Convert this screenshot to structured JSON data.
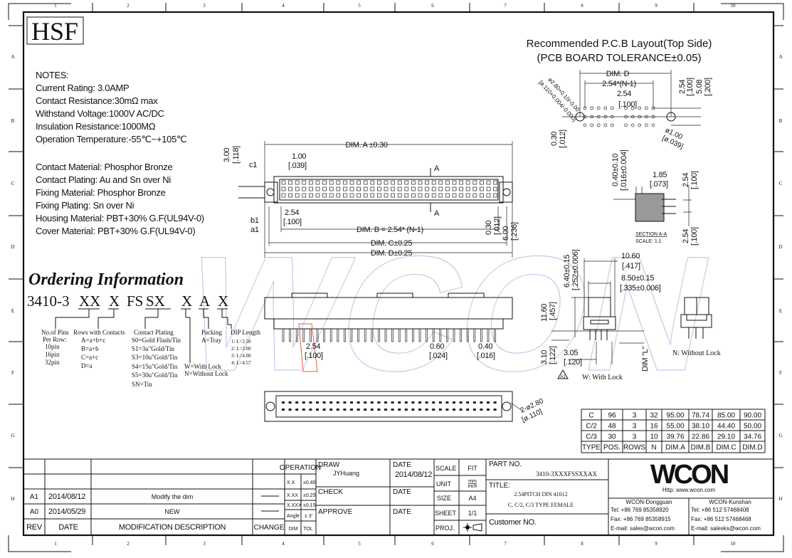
{
  "grid": {
    "columns": [
      "1",
      "2",
      "3",
      "4",
      "5",
      "6",
      "7",
      "8",
      "9",
      "10"
    ],
    "rows": [
      "A",
      "B",
      "C",
      "D",
      "E",
      "F",
      "G",
      "H"
    ]
  },
  "logo_text": "HSF",
  "notes": [
    "NOTES:",
    "Current Rating: 3.0AMP",
    "Contact Resistance:30mΩ max",
    "Withstand Voltage:1000V AC/DC",
    "Insulation Resistance:1000MΩ",
    "Operation Temperature:-55℃~+105℃"
  ],
  "materials": [
    "Contact Material: Phosphor Bronze",
    "Contact Plating: Au and Sn over Ni",
    "Fixing Material: Phosphor Bronze",
    "Fixing Plating: Sn over Ni",
    "Housing Material: PBT+30% G.F(UL94V-0)",
    "Cover Material: PBT+30% G.F(UL94V-0)"
  ],
  "ordering": {
    "title": "Ordering Information",
    "code": {
      "prefix": "3410-3",
      "pins": "XX",
      "rows": "X",
      "fs": "FS",
      "plating": "SX",
      "lock": "X",
      "packing": "A",
      "dip": "X"
    },
    "pins_group": [
      "No.of Pins",
      "Per Row:",
      "10pin",
      "16pin",
      "32pin"
    ],
    "rows_group": [
      "Rows with Contacts",
      "A=a+b+c",
      "B=a+b",
      "C=a+c",
      "D=a"
    ],
    "plating_group": [
      "Contact Plating",
      "S0=Gold Flash/Tin",
      "S1=3u\"Gold/Tin",
      "S3=10u\"Gold/Tin",
      "S4=15u\"Gold/Tin",
      "S5=30u\"Gold/Tin",
      "SN=Tin"
    ],
    "lock_group": [
      "W=With Lock",
      "N=Without Lock"
    ],
    "packing_group": [
      "Packing",
      "A=Tray"
    ],
    "dip_group": [
      "DIP Length",
      "1: L=2.50",
      "2: L=3.00",
      "3: L=4.00",
      "4: L=4.57"
    ]
  },
  "main_view": {
    "dim_a": "DIM. A ±0.30",
    "h300": "3.00",
    "h118": "[.118]",
    "w100": "1.00",
    "w039": "[.039]",
    "c1": "c1",
    "b1": "b1",
    "a1": "a1",
    "sec_a_top": "A",
    "sec_a_bottom": "A",
    "p254": "2.54",
    "p100": "[.100]",
    "dim_b": "DIM. B = 2.54* (N-1)",
    "dim_c": "DIM. C±0.25",
    "dim_d": "DIM. D±0.25",
    "v030": "0.30",
    "v012": "[.012]",
    "v600": "6.00",
    "v236": "[.236]"
  },
  "side_view": {
    "p254": "2.54",
    "p100": "[.100]",
    "p060": "0.60",
    "p024": "[.024]",
    "p040": "0.40",
    "p016": "[.016]"
  },
  "bottom_view": {
    "hole": "2-ø2.80",
    "hole_in": "[ø.110]"
  },
  "pcb": {
    "title": "Recommended P.C.B Layout(Top Side)",
    "tolerance": "(PCB BOARD TOLERANCE±0.05)",
    "dim_d": "DIM. D",
    "pitch_n": "2.54*(N-1)",
    "pitch": "2.54",
    "pitch_in": "[.100]",
    "hole_big": "ø2.80+0.10/-0.00",
    "hole_big_in": "[ø.110+0.004/-0.000]",
    "r254": "2.54",
    "r100": "[.100]",
    "r508": "5.08",
    "r200": "[.200]",
    "hole_small": "ø1.00",
    "hole_small_in": "[ø.039]",
    "o030": "0.30",
    "o012": "[.012]"
  },
  "section": {
    "d040": "0.40±0.10",
    "d016": "[.016±0.004]",
    "d185": "1.85",
    "d073": "[.073]",
    "s254a": "2.54",
    "s100a": "[.100]",
    "s254b": "2.54",
    "s100b": "[.100]",
    "title": "SECTION A-A",
    "scale": "SCALE: 1:1"
  },
  "end_view": {
    "w1060": "10.60",
    "w417": "[.417]",
    "w850": "8.50±0.15",
    "w335": "[.335±0.006]",
    "h640": "6.40±0.15",
    "h252": "[.252±0.006]",
    "h1160": "11.60",
    "h457": "[.457]",
    "h310": "3.10",
    "h122": "[.122]",
    "w305": "3.05",
    "w120": "[.120]",
    "dim_l": "DIM \"L\"",
    "with_lock": "W: With Lock",
    "rev_flag": "A1",
    "without_lock": "N: Without Lock"
  },
  "table": {
    "rows": [
      [
        "C",
        "96",
        "3",
        "32",
        "95.00",
        "78.74",
        "85.00",
        "90.00"
      ],
      [
        "C/2",
        "48",
        "3",
        "16",
        "55.00",
        "38.10",
        "44.40",
        "50.00"
      ],
      [
        "C/3",
        "30",
        "3",
        "10",
        "39.76",
        "22.86",
        "29.10",
        "34.76"
      ],
      [
        "TYPE",
        "POS.",
        "ROWS",
        "N",
        "DIM.A",
        "DIM.B",
        "DIM.C",
        "DIM.D"
      ]
    ]
  },
  "title_block": {
    "revisions": [
      {
        "rev": "A1",
        "date": "2014/08/12",
        "desc": "Modify the dim"
      },
      {
        "rev": "A0",
        "date": "2014/05/29",
        "desc": "NEW"
      }
    ],
    "headers": {
      "rev": "REV",
      "date": "DATE",
      "desc": "MODIFICATION DESCRIPTION",
      "change": "CHANGE"
    },
    "operation": {
      "title": "OPERATION",
      "rows": [
        [
          "X.X",
          "±0.40"
        ],
        [
          "X.XX",
          "±0.25"
        ],
        [
          "X.XXX",
          "±0.15"
        ],
        [
          "Angle",
          "± 3'"
        ]
      ],
      "dim": "DIM",
      "tol": "TOL"
    },
    "draw_label": "DRAW",
    "drawer": "JYHuang",
    "check_label": "CHECK",
    "approve_label": "APPROVE",
    "date_label": "DATE",
    "draw_date": "2014/08/12",
    "scale_label": "SCALE",
    "scale": "FIT",
    "unit_label": "UNIT",
    "unit_top": "mm",
    "unit_bottom": "inch",
    "size_label": "SIZE",
    "size": "A4",
    "sheet_label": "SHEET",
    "sheet": "1/1",
    "proj_label": "PROJ.",
    "part_label": "PART NO.",
    "part_no": "3410-3XXXFSSXXAX",
    "title_label": "TITLE:",
    "title_line1": "2.54PITCH DIN 41612",
    "title_line2": "C, C/2, C/3 TYPE FEMALE",
    "customer_label": "Customer NO.",
    "company": "WCON",
    "website": "Http: www.wcon.com",
    "offices": [
      {
        "name": "WCON-Dongguan",
        "tel": "Tel: +86 769 85358920",
        "fax": "Fax: +86 769 85358915",
        "email": "E-mail: sales@wcon.com"
      },
      {
        "name": "WCON-Kunshan",
        "tel": "Tel: +86 512 57468408",
        "fax": "Fax: +86 512 57468468",
        "email": "E-mail: salesks@wcon.com"
      }
    ]
  }
}
